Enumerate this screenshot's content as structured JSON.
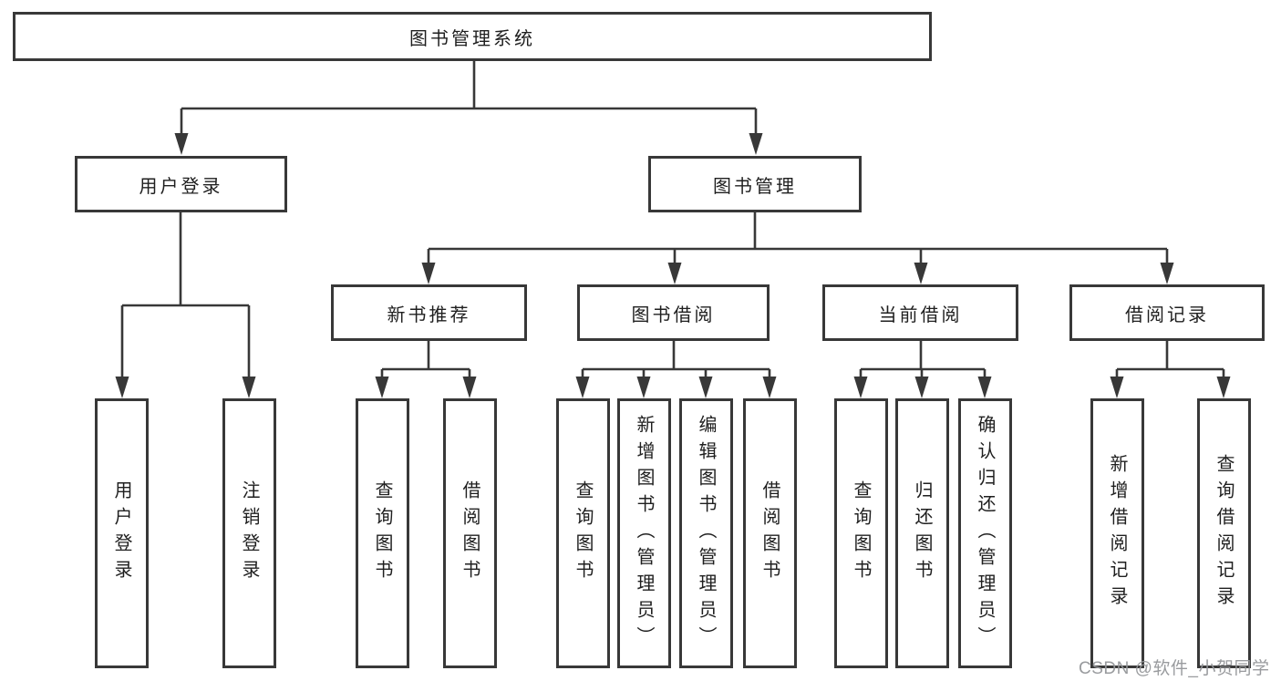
{
  "diagram_title": "图书管理系统",
  "nodes": {
    "root": {
      "label": "图书管理系统"
    },
    "user_login": {
      "label": "用户登录"
    },
    "book_mgmt": {
      "label": "图书管理"
    },
    "new_book_rec": {
      "label": "新书推荐"
    },
    "book_borrow": {
      "label": "图书借阅"
    },
    "current_borrow": {
      "label": "当前借阅"
    },
    "borrow_records": {
      "label": "借阅记录"
    },
    "leaf_user_login": {
      "label": "用户登录"
    },
    "leaf_logout": {
      "label": "注销登录"
    },
    "leaf_query_book_rec": {
      "label": "查询图书"
    },
    "leaf_borrow_book_rec": {
      "label": "借阅图书"
    },
    "leaf_query_book_borrow": {
      "label": "查询图书"
    },
    "leaf_add_book_admin": {
      "label": "新增图书（管理员）"
    },
    "leaf_edit_book_admin": {
      "label": "编辑图书（管理员）"
    },
    "leaf_borrow_book_borrow": {
      "label": "借阅图书"
    },
    "leaf_query_book_current": {
      "label": "查询图书"
    },
    "leaf_return_book": {
      "label": "归还图书"
    },
    "leaf_confirm_return_admin": {
      "label": "确认归还（管理员）"
    },
    "leaf_add_borrow_record": {
      "label": "新增借阅记录"
    },
    "leaf_query_borrow_record": {
      "label": "查询借阅记录"
    }
  },
  "watermark": "CSDN @软件_小贺同学",
  "colors": {
    "line": "#383838",
    "box_border": "#383838",
    "text": "#1f1f1f",
    "background": "#ffffff",
    "watermark": "#949699"
  },
  "structure": {
    "root": "图书管理系统",
    "children": [
      {
        "label": "用户登录",
        "children": [
          "用户登录",
          "注销登录"
        ]
      },
      {
        "label": "图书管理",
        "children": [
          {
            "label": "新书推荐",
            "children": [
              "查询图书",
              "借阅图书"
            ]
          },
          {
            "label": "图书借阅",
            "children": [
              "查询图书",
              "新增图书（管理员）",
              "编辑图书（管理员）",
              "借阅图书"
            ]
          },
          {
            "label": "当前借阅",
            "children": [
              "查询图书",
              "归还图书",
              "确认归还（管理员）"
            ]
          },
          {
            "label": "借阅记录",
            "children": [
              "新增借阅记录",
              "查询借阅记录"
            ]
          }
        ]
      }
    ]
  }
}
